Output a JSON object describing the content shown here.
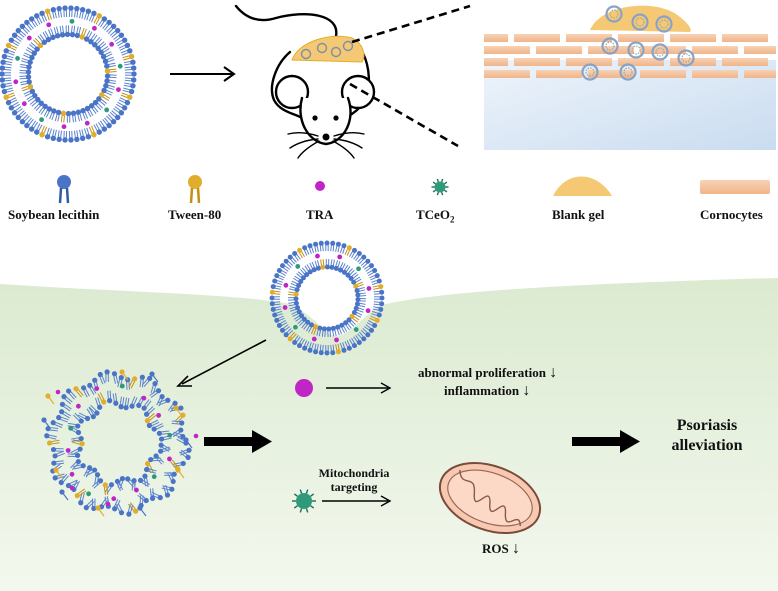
{
  "colors": {
    "lecithin": "#4a74c6",
    "tween": "#e0ad2c",
    "tra": "#c026c6",
    "tceo2": "#2f9a7a",
    "gel": "#f5c873",
    "cornocytes": "#f4bc95",
    "tissue": "#e7f1dd",
    "mitochondria": "#f7c9b2"
  },
  "legend": {
    "soybean_lecithin": "Soybean lecithin",
    "tween80": "Tween-80",
    "tra": "TRA",
    "tceo2_main": "TCeO",
    "tceo2_sub": "2",
    "blank_gel": "Blank gel",
    "cornocytes": "Cornocytes"
  },
  "effects": {
    "proliferation": "abnormal proliferation",
    "inflammation": "inflammation",
    "down_arrow": "↓",
    "mito_line1": "Mitochondria",
    "mito_line2": "targeting",
    "ros": "ROS"
  },
  "outcome": {
    "line1": "Psoriasis",
    "line2": "alleviation"
  }
}
